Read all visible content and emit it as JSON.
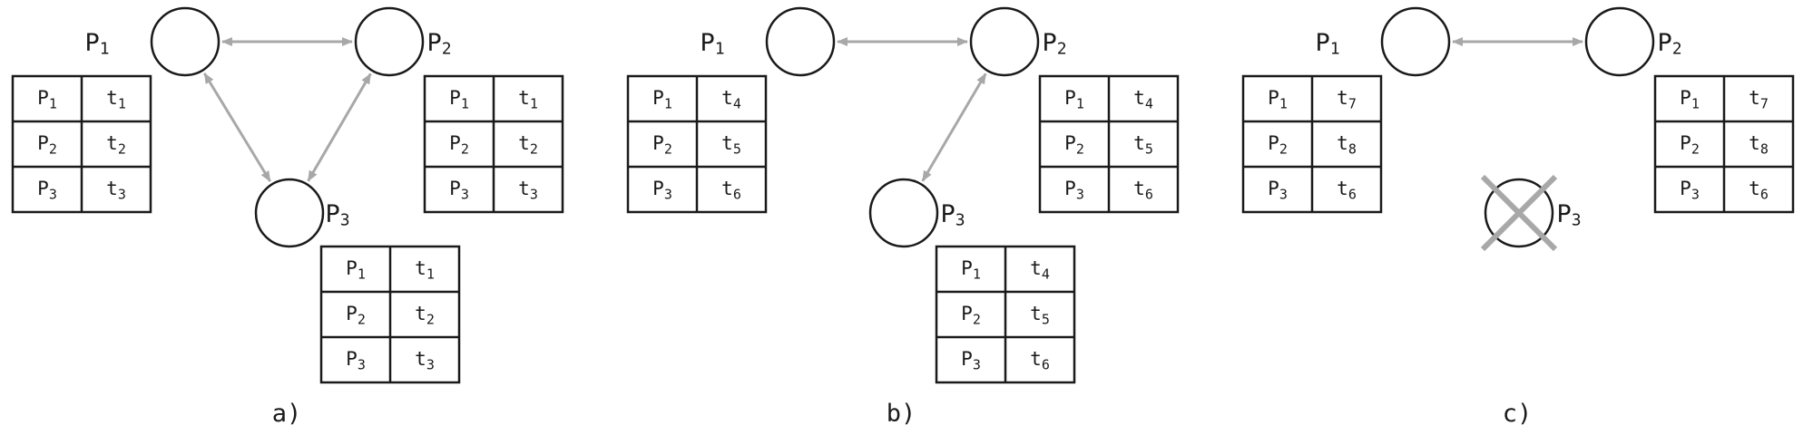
{
  "colors": {
    "ink": "#1a1a1a",
    "arrow": "#a8a8a8",
    "faded_text": "#a8a8a8",
    "cross": "#a8a8a8"
  },
  "icons": {
    "failed_node": "cross-mark-icon",
    "link": "double-headed-arrow-icon"
  },
  "panels": [
    {
      "caption": "a)",
      "nodes": [
        {
          "id": "P1",
          "label": "P",
          "sub": "1",
          "failed": false,
          "table": [
            {
              "p": "P",
              "ps": "1",
              "t": "t",
              "ts": "1",
              "stale": false
            },
            {
              "p": "P",
              "ps": "2",
              "t": "t",
              "ts": "2",
              "stale": false
            },
            {
              "p": "P",
              "ps": "3",
              "t": "t",
              "ts": "3",
              "stale": false
            }
          ]
        },
        {
          "id": "P2",
          "label": "P",
          "sub": "2",
          "failed": false,
          "table": [
            {
              "p": "P",
              "ps": "1",
              "t": "t",
              "ts": "1",
              "stale": false
            },
            {
              "p": "P",
              "ps": "2",
              "t": "t",
              "ts": "2",
              "stale": false
            },
            {
              "p": "P",
              "ps": "3",
              "t": "t",
              "ts": "3",
              "stale": false
            }
          ]
        },
        {
          "id": "P3",
          "label": "P",
          "sub": "3",
          "failed": false,
          "table": [
            {
              "p": "P",
              "ps": "1",
              "t": "t",
              "ts": "1",
              "stale": false
            },
            {
              "p": "P",
              "ps": "2",
              "t": "t",
              "ts": "2",
              "stale": false
            },
            {
              "p": "P",
              "ps": "3",
              "t": "t",
              "ts": "3",
              "stale": false
            }
          ]
        }
      ],
      "links": [
        [
          "P1",
          "P2"
        ],
        [
          "P1",
          "P3"
        ],
        [
          "P2",
          "P3"
        ]
      ]
    },
    {
      "caption": "b)",
      "nodes": [
        {
          "id": "P1",
          "label": "P",
          "sub": "1",
          "failed": false,
          "table": [
            {
              "p": "P",
              "ps": "1",
              "t": "t",
              "ts": "4",
              "stale": false
            },
            {
              "p": "P",
              "ps": "2",
              "t": "t",
              "ts": "5",
              "stale": false
            },
            {
              "p": "P",
              "ps": "3",
              "t": "t",
              "ts": "6",
              "stale": false
            }
          ]
        },
        {
          "id": "P2",
          "label": "P",
          "sub": "2",
          "failed": false,
          "table": [
            {
              "p": "P",
              "ps": "1",
              "t": "t",
              "ts": "4",
              "stale": false
            },
            {
              "p": "P",
              "ps": "2",
              "t": "t",
              "ts": "5",
              "stale": false
            },
            {
              "p": "P",
              "ps": "3",
              "t": "t",
              "ts": "6",
              "stale": false
            }
          ]
        },
        {
          "id": "P3",
          "label": "P",
          "sub": "3",
          "failed": false,
          "table": [
            {
              "p": "P",
              "ps": "1",
              "t": "t",
              "ts": "4",
              "stale": false
            },
            {
              "p": "P",
              "ps": "2",
              "t": "t",
              "ts": "5",
              "stale": false
            },
            {
              "p": "P",
              "ps": "3",
              "t": "t",
              "ts": "6",
              "stale": false
            }
          ]
        }
      ],
      "links": [
        [
          "P1",
          "P2"
        ],
        [
          "P2",
          "P3"
        ]
      ]
    },
    {
      "caption": "c)",
      "nodes": [
        {
          "id": "P1",
          "label": "P",
          "sub": "1",
          "failed": false,
          "table": [
            {
              "p": "P",
              "ps": "1",
              "t": "t",
              "ts": "7",
              "stale": false
            },
            {
              "p": "P",
              "ps": "2",
              "t": "t",
              "ts": "8",
              "stale": false
            },
            {
              "p": "P",
              "ps": "3",
              "t": "t",
              "ts": "6",
              "stale": true
            }
          ]
        },
        {
          "id": "P2",
          "label": "P",
          "sub": "2",
          "failed": false,
          "table": [
            {
              "p": "P",
              "ps": "1",
              "t": "t",
              "ts": "7",
              "stale": false
            },
            {
              "p": "P",
              "ps": "2",
              "t": "t",
              "ts": "8",
              "stale": false
            },
            {
              "p": "P",
              "ps": "3",
              "t": "t",
              "ts": "6",
              "stale": true
            }
          ]
        },
        {
          "id": "P3",
          "label": "P",
          "sub": "3",
          "failed": true,
          "table": null
        }
      ],
      "links": [
        [
          "P1",
          "P2"
        ]
      ]
    }
  ]
}
